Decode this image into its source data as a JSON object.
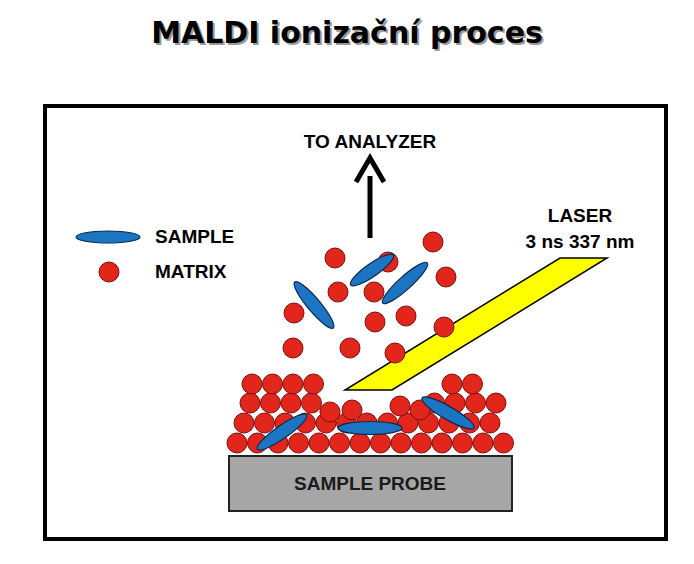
{
  "diagram": {
    "title": "MALDI ionizační proces",
    "nodes": [
      {
        "text": [
          "SAMPLE PROBE"
        ]
      }
    ],
    "labels": [
      "TO ANALYZER",
      "LASER",
      "3 ns 337 nm"
    ],
    "legend": [
      {
        "text": "SAMPLE"
      },
      {
        "text": "MATRIX"
      }
    ]
  }
}
